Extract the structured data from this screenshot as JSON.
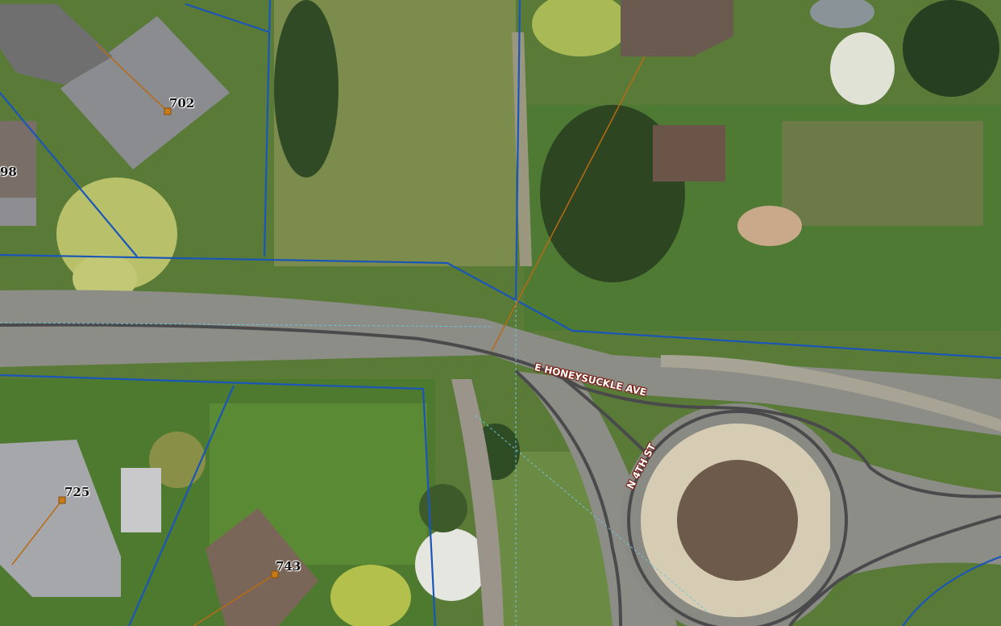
{
  "map": {
    "roads": [
      {
        "id": "honeysuckle",
        "label": "E HONEYSUCKLE AVE"
      },
      {
        "id": "fourth",
        "label": "N 4TH ST"
      }
    ],
    "parcels": [
      {
        "address": "702"
      },
      {
        "address": "725"
      },
      {
        "address": "743"
      },
      {
        "address": "98"
      }
    ],
    "colors": {
      "parcel_line": "#1a56b8",
      "road_centerline": "#4a4a4c",
      "address_point": "#c87a1a",
      "road_label_bg": "#7b2317",
      "grass": "#5d7d3c",
      "pavement": "#8e8e88"
    }
  }
}
